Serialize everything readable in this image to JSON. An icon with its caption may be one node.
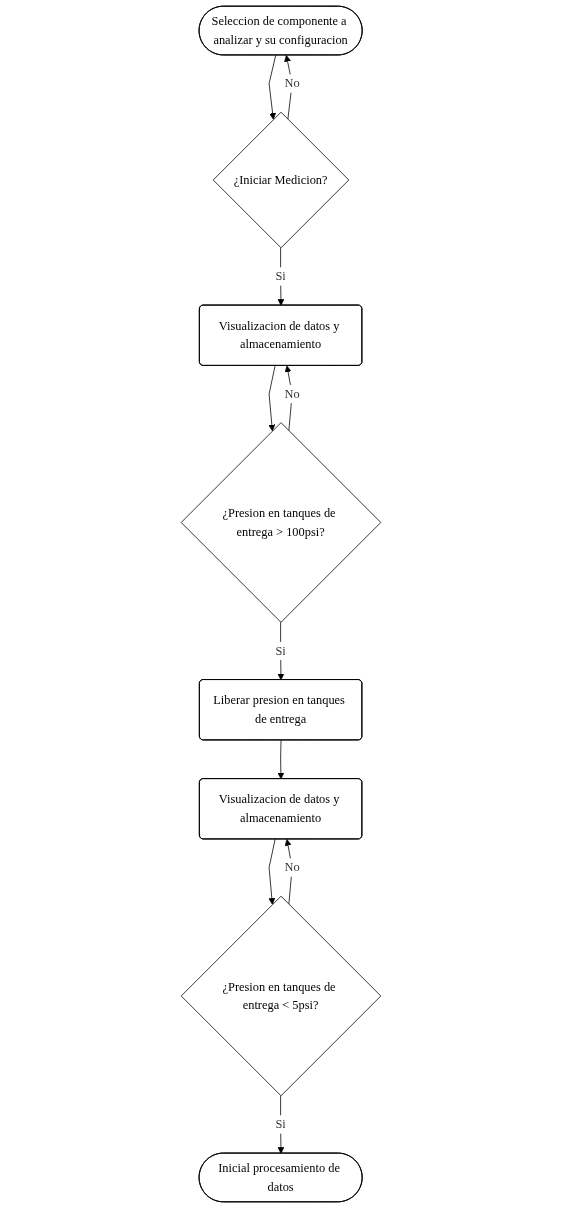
{
  "diagram": {
    "nodes": [
      {
        "text": [
          "Seleccion de componente a analizar y su configuracion"
        ]
      },
      {
        "text": [
          "¿Iniciar Medicion?"
        ]
      },
      {
        "text": [
          "Visualizacion de datos y almacenamiento"
        ]
      },
      {
        "text": [
          "¿Presion en tanques de entrega > 100psi?"
        ]
      },
      {
        "text": [
          "Liberar presion en tanques de entrega"
        ]
      },
      {
        "text": [
          "Visualizacion de datos y almacenamiento"
        ]
      },
      {
        "text": [
          "¿Presion en tanques de entrega < 5psi?"
        ]
      },
      {
        "text": [
          "Inicial procesamiento de datos"
        ]
      }
    ],
    "edges": [
      {
        "from": 0,
        "to": 1,
        "arrow": "to"
      },
      {
        "from": 1,
        "to": 0,
        "arrow": "to",
        "label": "No"
      },
      {
        "from": 1,
        "to": 2,
        "arrow": "to",
        "label": "Si"
      },
      {
        "from": 2,
        "to": 3,
        "arrow": "to"
      },
      {
        "from": 3,
        "to": 2,
        "arrow": "to",
        "label": "No"
      },
      {
        "from": 3,
        "to": 4,
        "arrow": "to",
        "label": "Si"
      },
      {
        "from": 4,
        "to": 5,
        "arrow": "to"
      },
      {
        "from": 5,
        "to": 6,
        "arrow": "to"
      },
      {
        "from": 6,
        "to": 5,
        "arrow": "to",
        "label": "No"
      },
      {
        "from": 6,
        "to": 7,
        "arrow": "to",
        "label": "Si"
      }
    ]
  }
}
